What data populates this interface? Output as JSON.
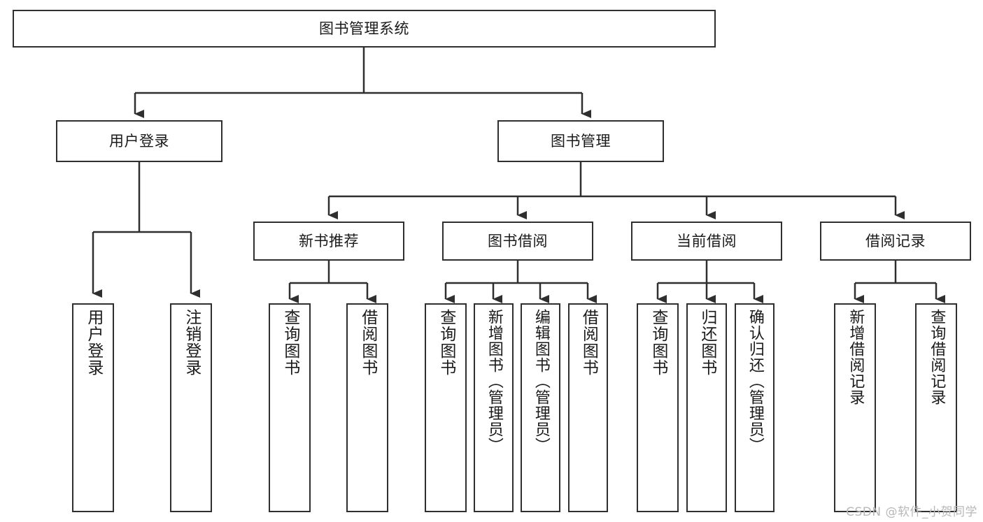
{
  "diagram": {
    "type": "tree-hierarchy",
    "title": "图书管理系统",
    "watermark": "CSDN @软件_小贺同学",
    "colors": {
      "stroke": "#2f2f2f",
      "fill": "#ffffff",
      "text": "#1a1a1a",
      "watermark": "#b8b8b8"
    },
    "levels": {
      "root": "图书管理系统",
      "level2": [
        "用户登录",
        "图书管理"
      ],
      "level3": [
        "新书推荐",
        "图书借阅",
        "当前借阅",
        "借阅记录"
      ]
    },
    "nodes": {
      "root": "图书管理系统",
      "user_login": "用户登录",
      "book_manage": "图书管理",
      "new_book_rec": "新书推荐",
      "book_borrow": "图书借阅",
      "current_borrow": "当前借阅",
      "borrow_record": "借阅记录",
      "leaf_user_login": "用户登录",
      "leaf_logout": "注销登录",
      "leaf_query_book_1": "查询图书",
      "leaf_borrow_book_1": "借阅图书",
      "leaf_query_book_2": "查询图书",
      "leaf_add_book_admin": "新增图书（管理员）",
      "leaf_edit_book_admin": "编辑图书（管理员）",
      "leaf_borrow_book_2": "借阅图书",
      "leaf_query_book_3": "查询图书",
      "leaf_return_book": "归还图书",
      "leaf_confirm_return_admin": "确认归还（管理员）",
      "leaf_add_record": "新增借阅记录",
      "leaf_query_record": "查询借阅记录"
    },
    "edges": [
      {
        "from": "root",
        "to": "user_login"
      },
      {
        "from": "root",
        "to": "book_manage"
      },
      {
        "from": "user_login",
        "to": "leaf_user_login"
      },
      {
        "from": "user_login",
        "to": "leaf_logout"
      },
      {
        "from": "book_manage",
        "to": "new_book_rec"
      },
      {
        "from": "book_manage",
        "to": "book_borrow"
      },
      {
        "from": "book_manage",
        "to": "current_borrow"
      },
      {
        "from": "book_manage",
        "to": "borrow_record"
      },
      {
        "from": "new_book_rec",
        "to": "leaf_query_book_1"
      },
      {
        "from": "new_book_rec",
        "to": "leaf_borrow_book_1"
      },
      {
        "from": "book_borrow",
        "to": "leaf_query_book_2"
      },
      {
        "from": "book_borrow",
        "to": "leaf_add_book_admin"
      },
      {
        "from": "book_borrow",
        "to": "leaf_edit_book_admin"
      },
      {
        "from": "book_borrow",
        "to": "leaf_borrow_book_2"
      },
      {
        "from": "current_borrow",
        "to": "leaf_query_book_3"
      },
      {
        "from": "current_borrow",
        "to": "leaf_return_book"
      },
      {
        "from": "current_borrow",
        "to": "leaf_confirm_return_admin"
      },
      {
        "from": "borrow_record",
        "to": "leaf_add_record"
      },
      {
        "from": "borrow_record",
        "to": "leaf_query_record"
      }
    ]
  }
}
